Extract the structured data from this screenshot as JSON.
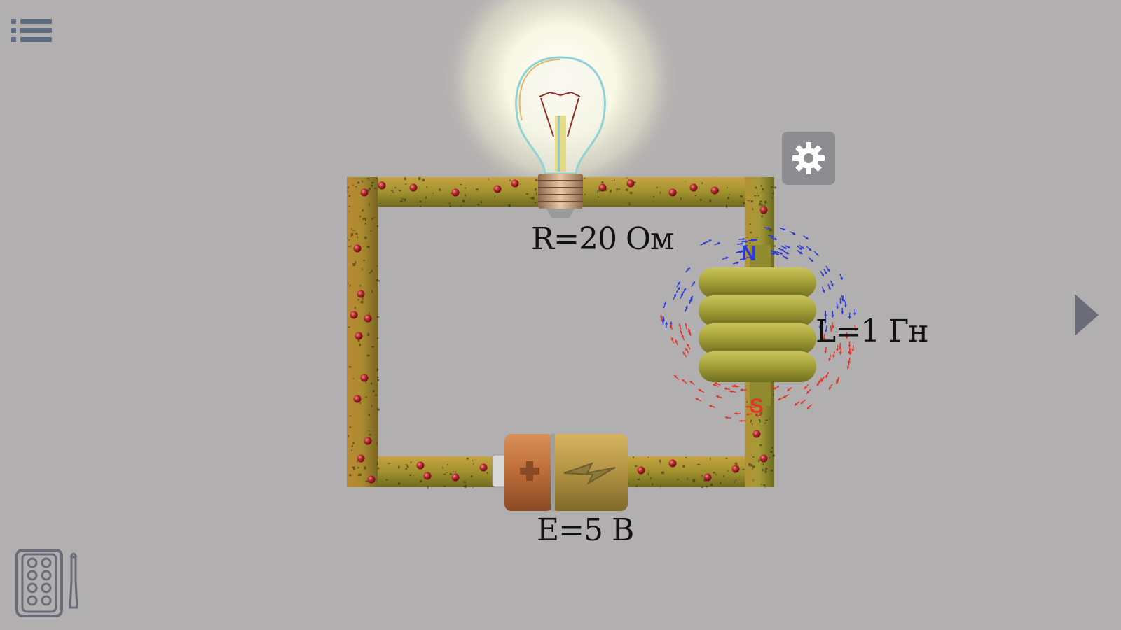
{
  "labels": {
    "resistance": "R=20 Ом",
    "inductance": "L=1 Гн",
    "emf": "E=5 В"
  },
  "coil": {
    "north": "N",
    "south": "S"
  },
  "icons": {
    "menu": "list-menu-icon",
    "settings": "gear-icon",
    "next": "play-arrow-icon",
    "palette": "paint-palette-icon"
  },
  "colors": {
    "background": "#b1afb0",
    "wire": "#9aa23a",
    "electron": "#b3262d",
    "field_north": "#2c3bd8",
    "field_south": "#e0352b"
  }
}
